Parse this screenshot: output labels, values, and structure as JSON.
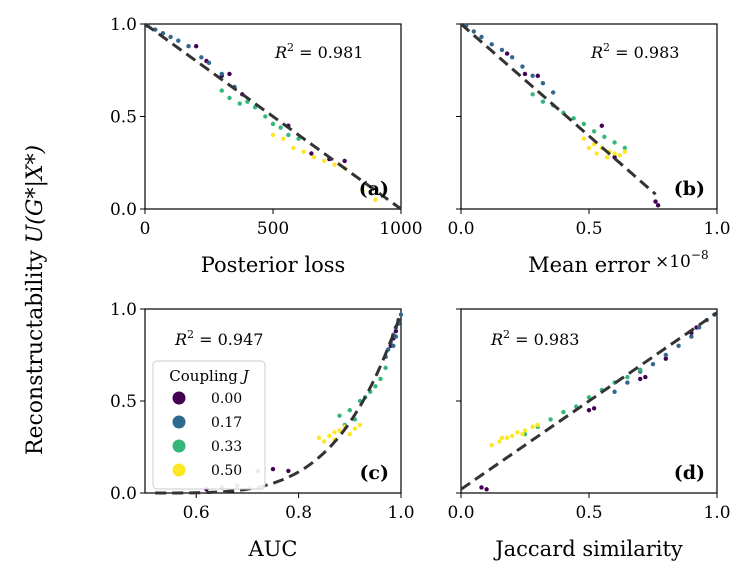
{
  "figure": {
    "ylabel": "Reconstructability U(G*|X*)",
    "ylabel_main": "Reconstructability ",
    "ylabel_math": "U(G*|X*)",
    "colors": {
      "J0.00": "#440154",
      "J0.17": "#31688e",
      "J0.33": "#35b779",
      "J0.50": "#fde725",
      "fit_line": "#333333"
    },
    "legend": {
      "title": "Coupling J",
      "title_text": "Coupling ",
      "title_var": "J",
      "placement": "lower-left of panel (c)",
      "entries": [
        "0.00",
        "0.17",
        "0.33",
        "0.50"
      ]
    }
  },
  "chart_data": [
    {
      "type": "scatter",
      "panel": "(a)",
      "xlabel": "Posterior loss",
      "ylabel": "",
      "xlim": [
        0,
        1000
      ],
      "ylim": [
        0,
        1
      ],
      "xticks": [
        "0",
        "500",
        "1000"
      ],
      "yticks": [
        "0.0",
        "0.5",
        "1.0"
      ],
      "annotation": "R² = 0.981",
      "r2_value": "0.981",
      "fit": "linear",
      "series": [
        {
          "name": "0.00",
          "points": [
            [
              200,
              0.88
            ],
            [
              240,
              0.8
            ],
            [
              300,
              0.72
            ],
            [
              330,
              0.73
            ],
            [
              560,
              0.45
            ],
            [
              650,
              0.3
            ],
            [
              720,
              0.27
            ],
            [
              780,
              0.26
            ],
            [
              380,
              0.62
            ]
          ]
        },
        {
          "name": "0.17",
          "points": [
            [
              10,
              0.99
            ],
            [
              40,
              0.97
            ],
            [
              70,
              0.95
            ],
            [
              100,
              0.93
            ],
            [
              130,
              0.91
            ],
            [
              170,
              0.88
            ],
            [
              220,
              0.82
            ],
            [
              250,
              0.79
            ],
            [
              300,
              0.73
            ],
            [
              350,
              0.66
            ]
          ]
        },
        {
          "name": "0.33",
          "points": [
            [
              300,
              0.64
            ],
            [
              330,
              0.6
            ],
            [
              370,
              0.57
            ],
            [
              400,
              0.58
            ],
            [
              430,
              0.55
            ],
            [
              470,
              0.5
            ],
            [
              500,
              0.46
            ],
            [
              530,
              0.44
            ],
            [
              560,
              0.4
            ],
            [
              600,
              0.38
            ]
          ]
        },
        {
          "name": "0.50",
          "points": [
            [
              500,
              0.4
            ],
            [
              540,
              0.38
            ],
            [
              580,
              0.33
            ],
            [
              620,
              0.31
            ],
            [
              660,
              0.28
            ],
            [
              700,
              0.26
            ],
            [
              740,
              0.24
            ],
            [
              780,
              0.22
            ],
            [
              850,
              0.1
            ],
            [
              900,
              0.05
            ]
          ]
        }
      ]
    },
    {
      "type": "scatter",
      "panel": "(b)",
      "xlabel": "Mean error",
      "ylabel": "",
      "xlim": [
        0,
        1
      ],
      "ylim": [
        0,
        1
      ],
      "xticks": [
        "0.0",
        "0.5",
        "1.0"
      ],
      "yticks": [
        "0.0",
        "0.5",
        "1.0"
      ],
      "x_multiplier": "×10⁻⁸",
      "x_multiplier_base": "×10",
      "x_multiplier_exp": "−8",
      "annotation": "R² = 0.983",
      "r2_value": "0.983",
      "fit": "linear",
      "series": [
        {
          "name": "0.00",
          "points": [
            [
              0.25,
              0.73
            ],
            [
              0.3,
              0.72
            ],
            [
              0.55,
              0.45
            ],
            [
              0.6,
              0.28
            ],
            [
              0.76,
              0.04
            ],
            [
              0.77,
              0.02
            ],
            [
              0.18,
              0.84
            ]
          ]
        },
        {
          "name": "0.17",
          "points": [
            [
              0.02,
              0.99
            ],
            [
              0.05,
              0.96
            ],
            [
              0.08,
              0.93
            ],
            [
              0.12,
              0.89
            ],
            [
              0.16,
              0.86
            ],
            [
              0.2,
              0.82
            ],
            [
              0.24,
              0.77
            ],
            [
              0.28,
              0.72
            ],
            [
              0.32,
              0.68
            ],
            [
              0.36,
              0.63
            ]
          ]
        },
        {
          "name": "0.33",
          "points": [
            [
              0.28,
              0.62
            ],
            [
              0.32,
              0.58
            ],
            [
              0.36,
              0.56
            ],
            [
              0.4,
              0.52
            ],
            [
              0.44,
              0.49
            ],
            [
              0.48,
              0.46
            ],
            [
              0.52,
              0.42
            ],
            [
              0.56,
              0.39
            ],
            [
              0.6,
              0.36
            ],
            [
              0.64,
              0.33
            ]
          ]
        },
        {
          "name": "0.50",
          "points": [
            [
              0.48,
              0.38
            ],
            [
              0.52,
              0.35
            ],
            [
              0.55,
              0.33
            ],
            [
              0.58,
              0.31
            ],
            [
              0.6,
              0.3
            ],
            [
              0.62,
              0.29
            ],
            [
              0.64,
              0.31
            ],
            [
              0.57,
              0.28
            ],
            [
              0.53,
              0.3
            ],
            [
              0.5,
              0.33
            ]
          ]
        }
      ]
    },
    {
      "type": "scatter",
      "panel": "(c)",
      "xlabel": "AUC",
      "ylabel": "",
      "xlim": [
        0.5,
        1.0
      ],
      "ylim": [
        0,
        1
      ],
      "xticks": [
        "0.6",
        "0.8",
        "1.0"
      ],
      "yticks": [
        "0.0",
        "0.5",
        "1.0"
      ],
      "annotation": "R² = 0.947",
      "r2_value": "0.947",
      "fit": "curve",
      "series": [
        {
          "name": "0.00",
          "points": [
            [
              0.62,
              0.02
            ],
            [
              0.65,
              0.03
            ],
            [
              0.68,
              0.04
            ],
            [
              0.72,
              0.12
            ],
            [
              0.75,
              0.13
            ],
            [
              0.78,
              0.12
            ],
            [
              0.98,
              0.8
            ],
            [
              0.99,
              0.88
            ],
            [
              0.985,
              0.84
            ]
          ]
        },
        {
          "name": "0.17",
          "points": [
            [
              0.97,
              0.74
            ],
            [
              0.975,
              0.78
            ],
            [
              0.98,
              0.82
            ],
            [
              0.985,
              0.86
            ],
            [
              0.99,
              0.9
            ],
            [
              0.995,
              0.94
            ],
            [
              1.0,
              0.97
            ],
            [
              0.995,
              0.92
            ],
            [
              0.99,
              0.85
            ],
            [
              0.985,
              0.8
            ]
          ]
        },
        {
          "name": "0.33",
          "points": [
            [
              0.88,
              0.42
            ],
            [
              0.9,
              0.45
            ],
            [
              0.92,
              0.5
            ],
            [
              0.93,
              0.52
            ],
            [
              0.94,
              0.55
            ],
            [
              0.95,
              0.58
            ],
            [
              0.96,
              0.62
            ],
            [
              0.97,
              0.68
            ],
            [
              0.91,
              0.4
            ],
            [
              0.89,
              0.37
            ]
          ]
        },
        {
          "name": "0.50",
          "points": [
            [
              0.84,
              0.3
            ],
            [
              0.86,
              0.31
            ],
            [
              0.87,
              0.33
            ],
            [
              0.88,
              0.34
            ],
            [
              0.89,
              0.36
            ],
            [
              0.9,
              0.32
            ],
            [
              0.91,
              0.35
            ],
            [
              0.92,
              0.37
            ],
            [
              0.85,
              0.28
            ],
            [
              0.87,
              0.29
            ]
          ]
        }
      ]
    },
    {
      "type": "scatter",
      "panel": "(d)",
      "xlabel": "Jaccard similarity",
      "ylabel": "",
      "xlim": [
        0,
        1
      ],
      "ylim": [
        0,
        1
      ],
      "xticks": [
        "0.0",
        "0.5",
        "1.0"
      ],
      "yticks": [
        "0.0",
        "0.5",
        "1.0"
      ],
      "annotation": "R² = 0.983",
      "r2_value": "0.983",
      "fit": "linear",
      "series": [
        {
          "name": "0.00",
          "points": [
            [
              0.08,
              0.03
            ],
            [
              0.1,
              0.02
            ],
            [
              0.5,
              0.45
            ],
            [
              0.52,
              0.46
            ],
            [
              0.7,
              0.62
            ],
            [
              0.72,
              0.63
            ],
            [
              0.9,
              0.87
            ],
            [
              0.92,
              0.9
            ],
            [
              0.8,
              0.73
            ]
          ]
        },
        {
          "name": "0.17",
          "points": [
            [
              0.6,
              0.55
            ],
            [
              0.65,
              0.6
            ],
            [
              0.7,
              0.66
            ],
            [
              0.75,
              0.7
            ],
            [
              0.8,
              0.75
            ],
            [
              0.85,
              0.8
            ],
            [
              0.9,
              0.85
            ],
            [
              0.93,
              0.9
            ],
            [
              0.96,
              0.94
            ],
            [
              0.99,
              0.97
            ]
          ]
        },
        {
          "name": "0.33",
          "points": [
            [
              0.25,
              0.32
            ],
            [
              0.3,
              0.36
            ],
            [
              0.35,
              0.4
            ],
            [
              0.4,
              0.44
            ],
            [
              0.45,
              0.47
            ],
            [
              0.5,
              0.52
            ],
            [
              0.55,
              0.56
            ],
            [
              0.6,
              0.6
            ],
            [
              0.65,
              0.63
            ],
            [
              0.7,
              0.67
            ]
          ]
        },
        {
          "name": "0.50",
          "points": [
            [
              0.12,
              0.26
            ],
            [
              0.15,
              0.28
            ],
            [
              0.18,
              0.3
            ],
            [
              0.2,
              0.31
            ],
            [
              0.22,
              0.33
            ],
            [
              0.25,
              0.34
            ],
            [
              0.28,
              0.36
            ],
            [
              0.3,
              0.37
            ],
            [
              0.16,
              0.3
            ],
            [
              0.24,
              0.32
            ]
          ]
        }
      ]
    }
  ]
}
